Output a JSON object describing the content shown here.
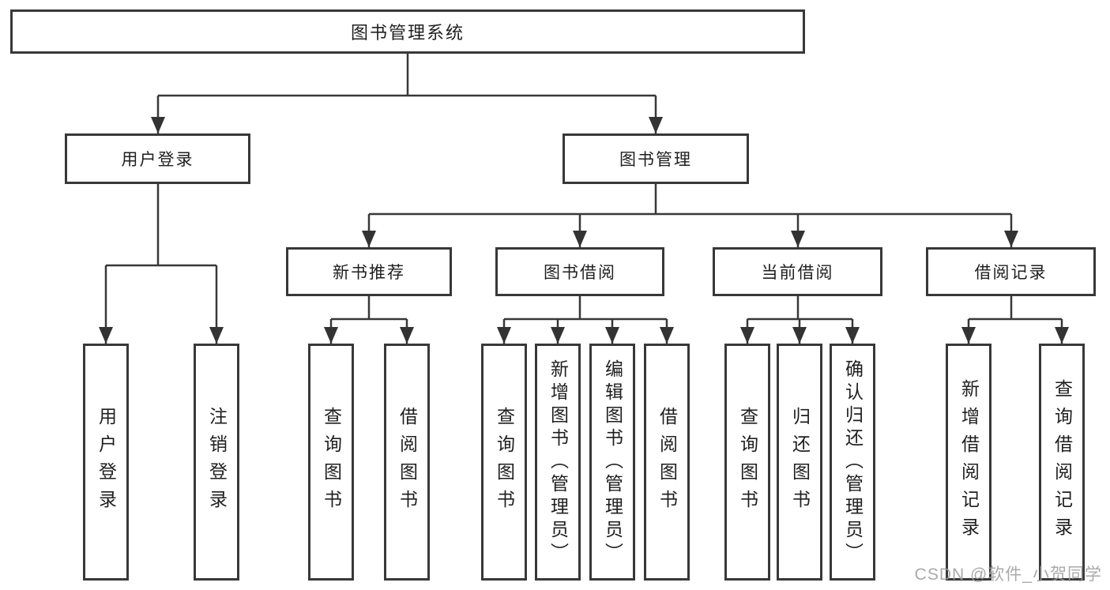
{
  "diagram": {
    "tree": {
      "label": "图书管理系统",
      "children": [
        {
          "label": "用户登录",
          "children": [
            {
              "label": "用户登录"
            },
            {
              "label": "注销登录"
            }
          ]
        },
        {
          "label": "图书管理",
          "children": [
            {
              "label": "新书推荐",
              "children": [
                {
                  "label": "查询图书"
                },
                {
                  "label": "借阅图书"
                }
              ]
            },
            {
              "label": "图书借阅",
              "children": [
                {
                  "label": "查询图书"
                },
                {
                  "label": "新增图书（管理员）"
                },
                {
                  "label": "编辑图书（管理员）"
                },
                {
                  "label": "借阅图书"
                }
              ]
            },
            {
              "label": "当前借阅",
              "children": [
                {
                  "label": "查询图书"
                },
                {
                  "label": "归还图书"
                },
                {
                  "label": "确认归还（管理员）"
                }
              ]
            },
            {
              "label": "借阅记录",
              "children": [
                {
                  "label": "新增借阅记录"
                },
                {
                  "label": "查询借阅记录"
                }
              ]
            }
          ]
        }
      ]
    }
  },
  "watermark": {
    "text": "CSDN @软件_小贺同学"
  },
  "colors": {
    "line": "#383838",
    "box_border": "#383838",
    "text": "#1f1f1f",
    "background": "#ffffff",
    "watermark": "#9e9e9e"
  }
}
